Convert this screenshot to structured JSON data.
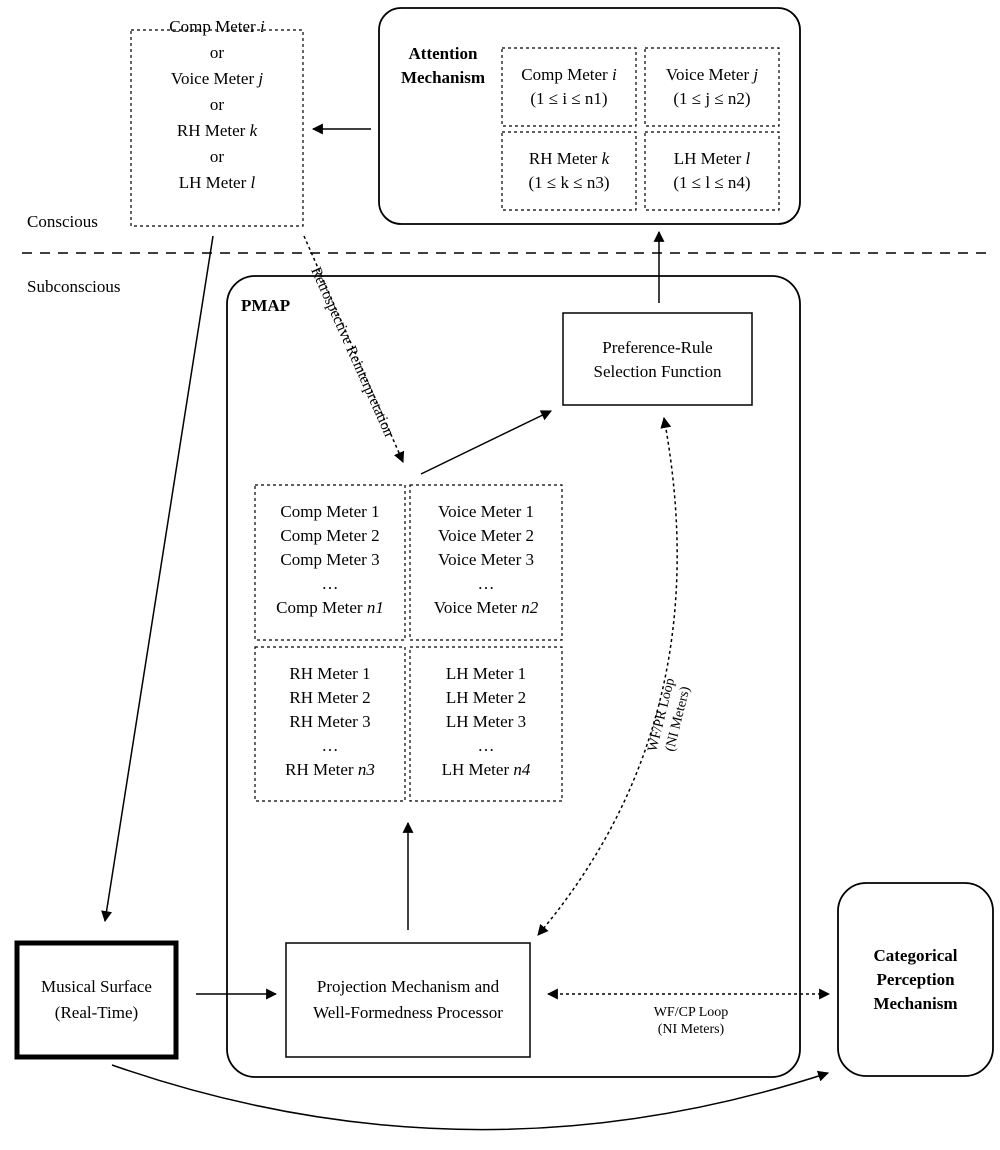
{
  "zones": {
    "conscious": "Conscious",
    "subconscious": "Subconscious"
  },
  "attention": {
    "title_line1": "Attention",
    "title_line2": "Mechanism",
    "comp_label": "Comp Meter ",
    "comp_var": "i",
    "comp_range": "(1 ≤ i ≤ n1)",
    "voice_label": "Voice Meter ",
    "voice_var": "j",
    "voice_range": "(1 ≤ j ≤ n2)",
    "rh_label": "RH Meter ",
    "rh_var": "k",
    "rh_range": "(1 ≤ k ≤ n3)",
    "lh_label": "LH Meter ",
    "lh_var": "l",
    "lh_range": "(1 ≤ l ≤ n4)"
  },
  "selected_box": {
    "comp": "Comp Meter ",
    "comp_var": "i",
    "or1": "or",
    "voice": "Voice Meter ",
    "voice_var": "j",
    "or2": "or",
    "rh": "RH Meter ",
    "rh_var": "k",
    "or3": "or",
    "lh": "LH Meter ",
    "lh_var": "l"
  },
  "pmap": {
    "title": "PMAP",
    "preference": {
      "line1": "Preference-Rule",
      "line2": "Selection Function"
    },
    "projection": {
      "line1": "Projection Mechanism and",
      "line2": "Well-Formedness Processor"
    },
    "comp": {
      "items": [
        "Comp Meter 1",
        "Comp Meter 2",
        "Comp Meter 3"
      ],
      "ellipsis": "…",
      "last_prefix": "Comp Meter ",
      "last_var": "n1"
    },
    "voice": {
      "items": [
        "Voice Meter 1",
        "Voice Meter 2",
        "Voice Meter 3"
      ],
      "ellipsis": "…",
      "last_prefix": "Voice Meter ",
      "last_var": "n2"
    },
    "rh": {
      "items": [
        "RH Meter 1",
        "RH Meter 2",
        "RH Meter 3"
      ],
      "ellipsis": "…",
      "last_prefix": "RH Meter ",
      "last_var": "n3"
    },
    "lh": {
      "items": [
        "LH Meter 1",
        "LH Meter 2",
        "LH Meter 3"
      ],
      "ellipsis": "…",
      "last_prefix": "LH Meter ",
      "last_var": "n4"
    }
  },
  "musical_surface": {
    "line1": "Musical Surface",
    "line2": "(Real-Time)"
  },
  "categorical": {
    "line1": "Categorical",
    "line2": "Perception",
    "line3": "Mechanism"
  },
  "labels": {
    "retrospective": "Retrospective Reinterpretation",
    "wfpr_line1": "WF/PR Loop",
    "wfpr_line2": "(NI Meters)",
    "wfcp_line1": "WF/CP Loop",
    "wfcp_line2": "(NI Meters)"
  }
}
